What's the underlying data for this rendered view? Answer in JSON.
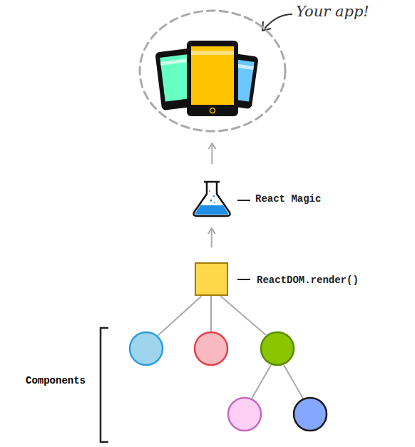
{
  "diagram": {
    "nodes": [
      {
        "text": [
          "Your app!"
        ]
      },
      {
        "text": [
          "React Magic"
        ]
      },
      {
        "text": [
          "ReactDOM.render()"
        ]
      }
    ],
    "edges": [
      {
        "from": 2,
        "to": 1,
        "arrow": "to"
      },
      {
        "from": 1,
        "to": 0,
        "arrow": "to"
      }
    ],
    "labels": [
      "Components"
    ]
  }
}
